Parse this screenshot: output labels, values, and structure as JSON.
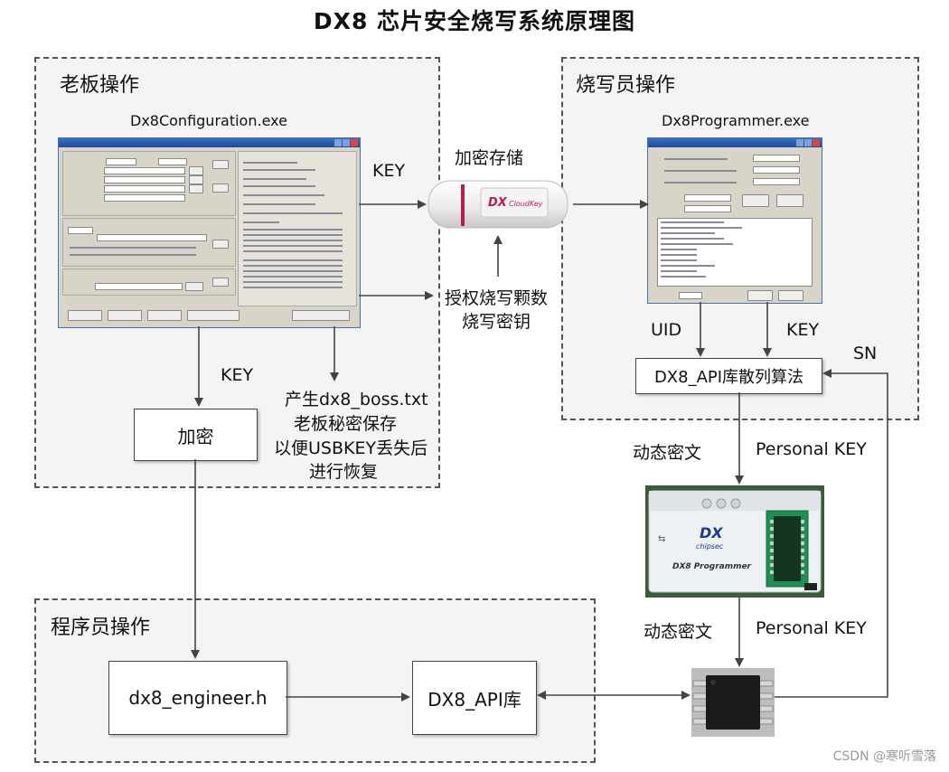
{
  "title": "DX8 芯片安全烧写系统原理图",
  "zones": {
    "boss": "老板操作",
    "writer": "烧写员操作",
    "programmer": "程序员操作"
  },
  "exe": {
    "config": "Dx8Configuration.exe",
    "programmer": "Dx8Programmer.exe"
  },
  "labels": {
    "encrypted_storage": "加密存储",
    "key_top": "KEY",
    "key_mid": "KEY",
    "authorize_line1": "授权烧写颗数",
    "authorize_line2": "烧写密钥",
    "boss_txt_line1": "产生dx8_boss.txt",
    "boss_txt_line2": "老板秘密保存",
    "boss_txt_line3": "以便USBKEY丢失后",
    "boss_txt_line4": "进行恢复",
    "uid": "UID",
    "key_right": "KEY",
    "sn": "SN",
    "dynamic_cipher_1": "动态密文",
    "personal_key_1": "Personal KEY",
    "dynamic_cipher_2": "动态密文",
    "personal_key_2": "Personal KEY"
  },
  "boxes": {
    "encrypt": "加密",
    "hash": "DX8_API库散列算法",
    "engineer_h": "dx8_engineer.h",
    "api_lib": "DX8_API库"
  },
  "device_text": {
    "usb_brand": "DX",
    "usb_model": "CloudKey",
    "prog_brand": "DX",
    "prog_sub": "chipsec",
    "prog_name": "DX8 Programmer"
  },
  "watermark": "CSDN @寒听雪落",
  "colors": {
    "zone_border": "#555555",
    "zone_fill": "#f4f4f4",
    "arrow": "#444444"
  }
}
